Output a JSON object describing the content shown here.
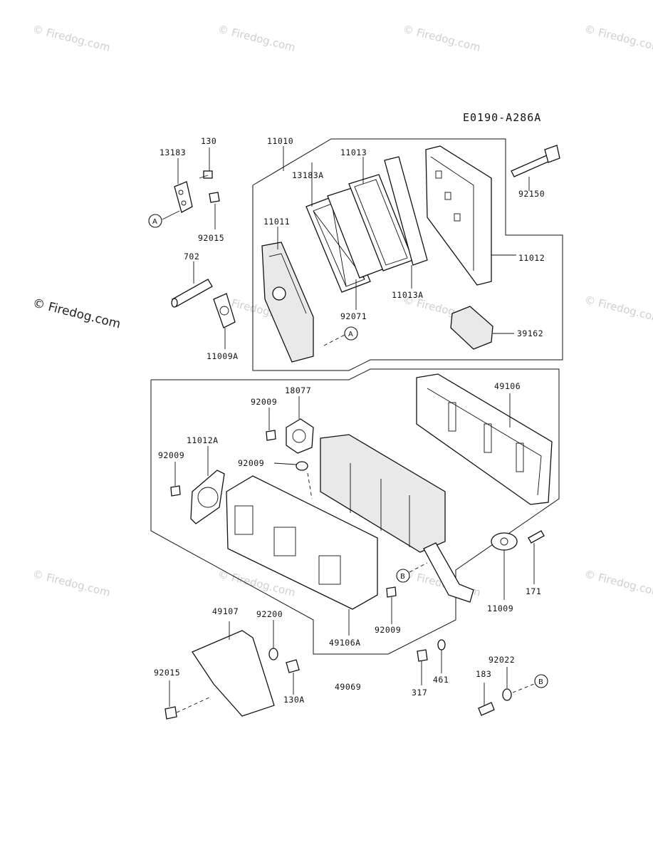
{
  "diagram_code": "E0190-A286A",
  "watermark": "© Firedog.com",
  "labels": {
    "p13183": "13183",
    "p130": "130",
    "p11010": "11010",
    "p11013": "11013",
    "p13183A": "13183A",
    "p92015_top": "92015",
    "p11011": "11011",
    "p702": "702",
    "p92150": "92150",
    "p11012": "11012",
    "p11013A": "11013A",
    "p92071": "92071",
    "p11009A": "11009A",
    "p39162": "39162",
    "p18077": "18077",
    "p92009_a": "92009",
    "p49106": "49106",
    "p11012A": "11012A",
    "p92009_b": "92009",
    "p92009_c": "92009",
    "p171": "171",
    "p11009": "11009",
    "p49107": "49107",
    "p92200": "92200",
    "p92009_d": "92009",
    "p49106A": "49106A",
    "p92015_bot": "92015",
    "p130A": "130A",
    "p49069": "49069",
    "p317": "317",
    "p461": "461",
    "p92022": "92022",
    "p183": "183"
  },
  "callouts": {
    "a1": "A",
    "a2": "A",
    "b1": "B",
    "b2": "B"
  }
}
